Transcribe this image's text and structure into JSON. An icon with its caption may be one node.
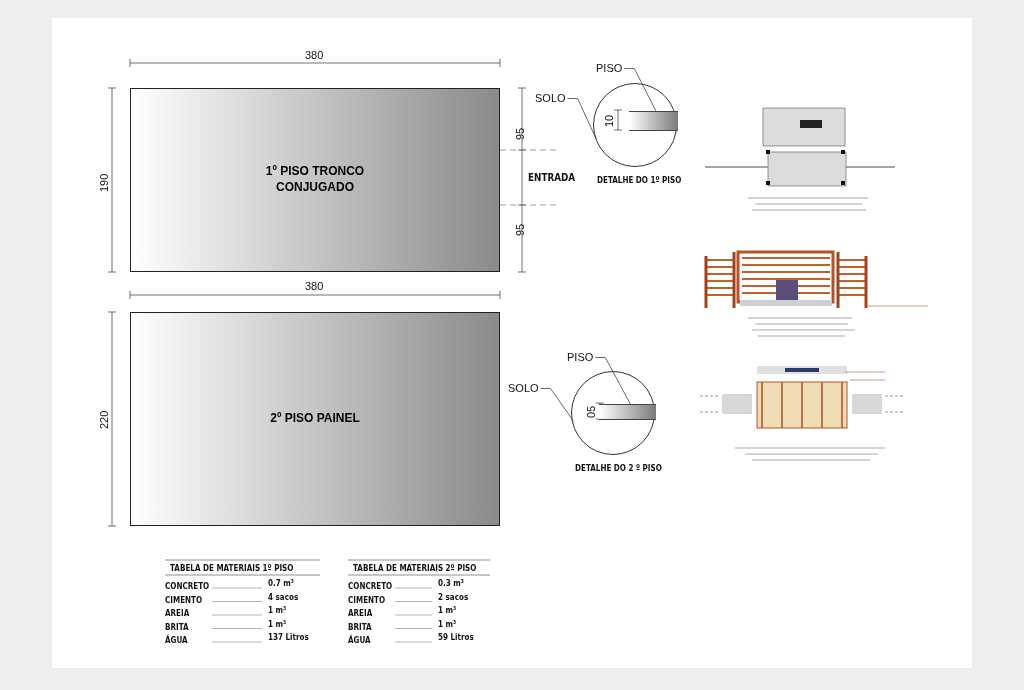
{
  "diagram": {
    "nodes": [
      {
        "text": [
          "1º PISO TRONCO CONJUGADO"
        ]
      },
      {
        "text": [
          "2º PISO PAINEL"
        ]
      },
      {
        "text": [],
        "shape": "circle",
        "beside": [
          "DETALHE DO 1º PISO"
        ]
      },
      {
        "text": [],
        "shape": "bar",
        "in": 2
      },
      {
        "text": [
          "PISO"
        ]
      },
      {
        "text": [
          "SOLO"
        ]
      },
      {
        "text": [],
        "shape": "circle",
        "beside": [
          "DETALHE DO 2 º PISO"
        ]
      },
      {
        "text": [],
        "shape": "bar",
        "in": 6
      },
      {
        "text": [
          "PISO"
        ]
      },
      {
        "text": [
          "SOLO"
        ]
      }
    ],
    "edges": [
      {
        "from": 4,
        "to": 3,
        "arrow": "none"
      },
      {
        "from": 5,
        "to": 2,
        "arrow": "none"
      },
      {
        "from": 8,
        "to": 7,
        "arrow": "none"
      },
      {
        "from": 9,
        "to": 6,
        "arrow": "none"
      }
    ],
    "labels": [
      "380",
      "190",
      "95",
      "ENTRADA",
      "95",
      "10",
      "380",
      "220",
      "05",
      "TABELA DE MATERIAIS 1º PISO",
      "CONCRETO",
      "0.7 m³",
      "CIMENTO",
      "4 sacos",
      "AREIA",
      "1 m³",
      "BRITA",
      "1 m³",
      "ÁGUA",
      "137 Litros",
      "TABELA DE MATERIAIS 2º PISO",
      "CONCRETO",
      "0.3 m³",
      "CIMENTO",
      "2 sacos",
      "AREIA",
      "1 m³",
      "BRITA",
      "1 m³",
      "ÁGUA",
      "59 Litros"
    ]
  }
}
